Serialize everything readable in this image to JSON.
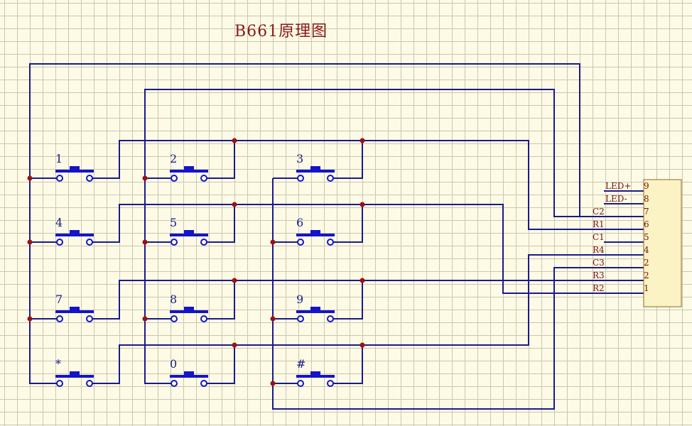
{
  "title": "B661原理图",
  "keys": [
    "1",
    "2",
    "3",
    "4",
    "5",
    "6",
    "7",
    "8",
    "9",
    "*",
    "0",
    "#"
  ],
  "pins": [
    {
      "name": "LED+",
      "num": "9"
    },
    {
      "name": "LED-",
      "num": "8"
    },
    {
      "name": "C2",
      "num": "7"
    },
    {
      "name": "R1",
      "num": "6"
    },
    {
      "name": "C1",
      "num": "5"
    },
    {
      "name": "R4",
      "num": "4"
    },
    {
      "name": "C3",
      "num": "2"
    },
    {
      "name": "R3",
      "num": "2"
    },
    {
      "name": "R2",
      "num": "1"
    }
  ],
  "colors": {
    "wire": "#1a1a8c",
    "button": "#1414c8",
    "junction": "#a01010",
    "pin_text": "#7a0f0f",
    "title": "#8b1a1a"
  }
}
